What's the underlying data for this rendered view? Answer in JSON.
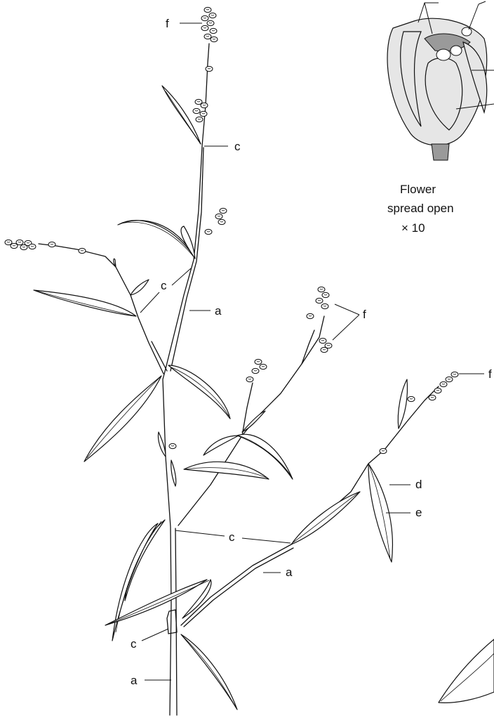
{
  "labels": {
    "a1": "a",
    "a2": "a",
    "a3": "a",
    "c1": "c",
    "c2": "c",
    "c3": "c",
    "c4": "c",
    "d": "d",
    "e": "e",
    "f1": "f",
    "f2": "f",
    "f3": "f"
  },
  "flower_caption": {
    "line1": "Flower",
    "line2": "spread open",
    "line3": "× 10"
  }
}
